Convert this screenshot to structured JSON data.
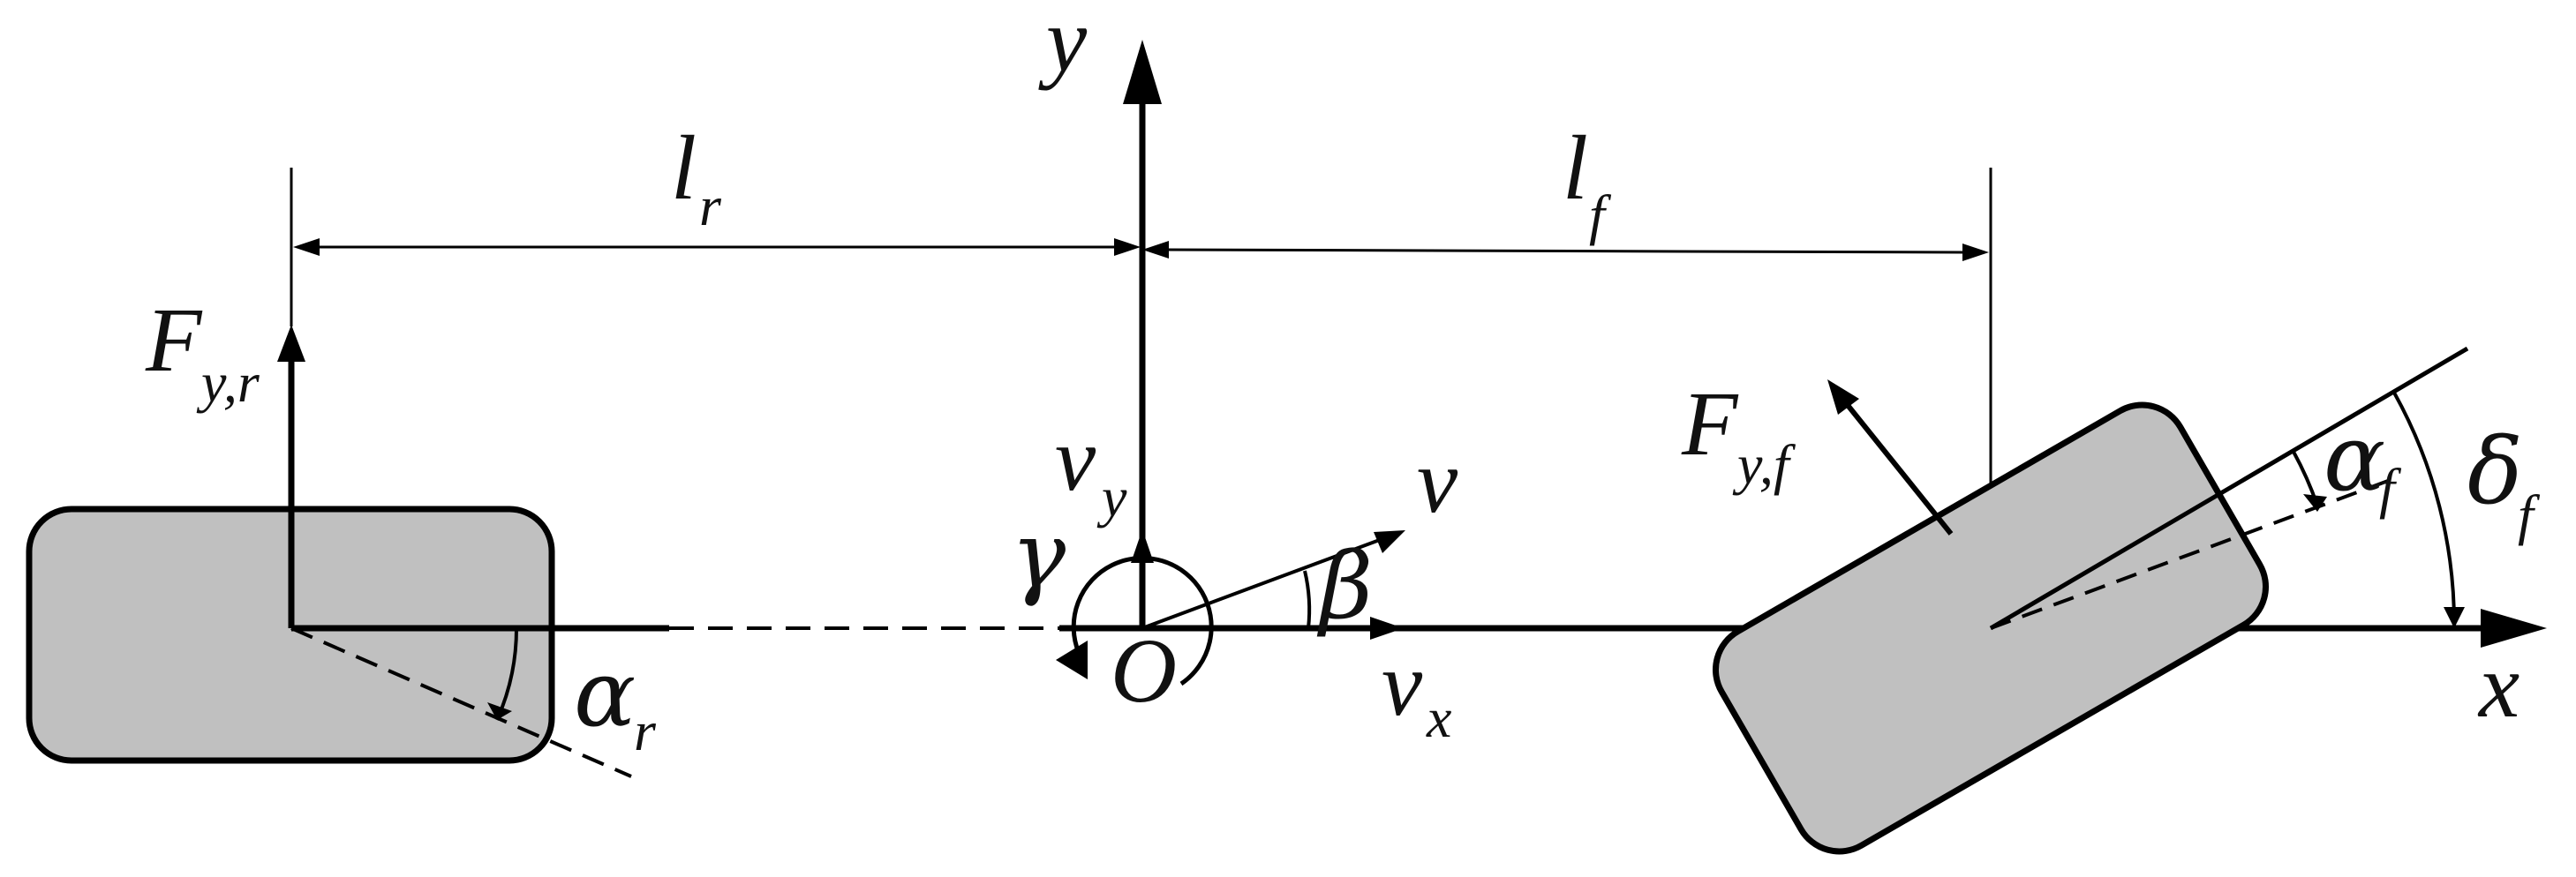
{
  "colors": {
    "wheel_fill": "#c0c0c0",
    "stroke": "#000000",
    "background": "#ffffff"
  },
  "labels": {
    "y_axis": "y",
    "x_axis": "x",
    "origin": "O",
    "lr_main": "l",
    "lr_sub": "r",
    "lf_main": "l",
    "lf_sub": "f",
    "fyr_main": "F",
    "fyr_sub": "y,r",
    "fyf_main": "F",
    "fyf_sub": "y,f",
    "vy_main": "v",
    "vy_sub": "y",
    "vx_main": "v",
    "vx_sub": "x",
    "v": "v",
    "gamma": "γ",
    "beta": "β",
    "alpha_r_main": "α",
    "alpha_r_sub": "r",
    "alpha_f_main": "α",
    "alpha_f_sub": "f",
    "delta_f_main": "δ",
    "delta_f_sub": "f"
  }
}
